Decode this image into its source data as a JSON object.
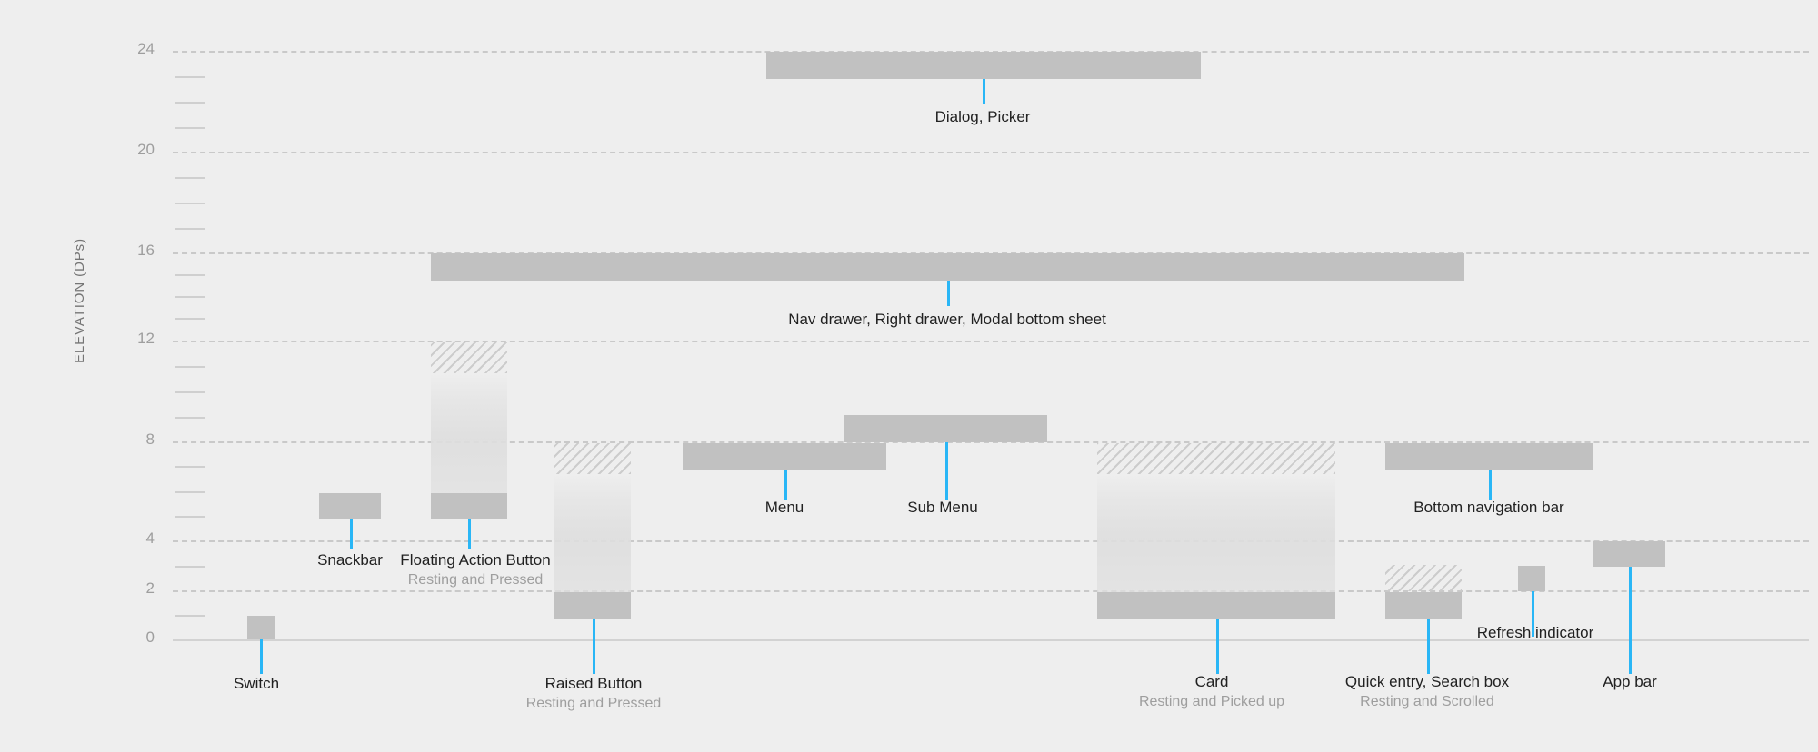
{
  "chart_data": {
    "type": "bar",
    "title": "",
    "xlabel": "",
    "ylabel": "ELEVATION (DPs)",
    "ylim": [
      0,
      25
    ],
    "grid": true,
    "legend": null,
    "major_ticks": [
      0,
      2,
      4,
      8,
      12,
      16,
      20,
      24
    ],
    "tick_labels": [
      "0",
      "2",
      "4",
      "8",
      "12",
      "16",
      "20",
      "24"
    ],
    "minor_ticks": [
      1,
      3,
      5,
      6,
      7,
      9,
      10,
      11,
      13,
      14,
      15,
      17,
      18,
      19,
      21,
      22,
      23
    ],
    "series": [
      {
        "name": "Dialog, Picker",
        "sublabel": "",
        "elevation_top": 24,
        "elevation_bottom": 23,
        "style": "solid"
      },
      {
        "name": "Nav drawer, Right drawer, Modal bottom sheet",
        "sublabel": "",
        "elevation_top": 16,
        "elevation_bottom": 14.6,
        "style": "solid"
      },
      {
        "name": "Floating Action Button",
        "sublabel": "Resting and Pressed",
        "elevation_top": 12,
        "elevation_bottom": 6,
        "style": "hatch-gradient-solid",
        "resting": 6,
        "pressed": 12
      },
      {
        "name": "Raised Button",
        "sublabel": "Resting and Pressed",
        "elevation_top": 8,
        "elevation_bottom": 2,
        "style": "hatch-gradient-solid",
        "resting": 2,
        "pressed": 8
      },
      {
        "name": "Menu",
        "sublabel": "",
        "elevation_top": 8,
        "elevation_bottom": 7,
        "style": "solid"
      },
      {
        "name": "Sub Menu",
        "sublabel": "",
        "elevation_top": 9,
        "elevation_bottom": 8,
        "style": "solid"
      },
      {
        "name": "Card",
        "sublabel": "Resting and Picked up",
        "elevation_top": 8,
        "elevation_bottom": 2,
        "style": "hatch-gradient-solid",
        "resting": 2,
        "pressed": 8
      },
      {
        "name": "Bottom navigation bar",
        "sublabel": "",
        "elevation_top": 8,
        "elevation_bottom": 7,
        "style": "solid"
      },
      {
        "name": "Quick entry, Search box",
        "sublabel": "Resting and Scrolled",
        "elevation_top": 3,
        "elevation_bottom": 2,
        "style": "hatch-solid",
        "resting": 2,
        "scrolled": 3
      },
      {
        "name": "Refresh indicator",
        "sublabel": "",
        "elevation_top": 3,
        "elevation_bottom": 2,
        "style": "solid"
      },
      {
        "name": "App bar",
        "sublabel": "",
        "elevation_top": 4,
        "elevation_bottom": 3,
        "style": "solid"
      },
      {
        "name": "Switch",
        "sublabel": "",
        "elevation_top": 1,
        "elevation_bottom": 0,
        "style": "solid"
      }
    ]
  },
  "axis": {
    "y_title": "ELEVATION (DPs)",
    "ticks": [
      {
        "label": "24"
      },
      {
        "label": "20"
      },
      {
        "label": "16"
      },
      {
        "label": "12"
      },
      {
        "label": "8"
      },
      {
        "label": "4"
      },
      {
        "label": "2"
      },
      {
        "label": "0"
      }
    ]
  },
  "callouts": [
    {
      "title": "Dialog, Picker",
      "sub": ""
    },
    {
      "title": "Nav drawer, Right drawer, Modal bottom sheet",
      "sub": ""
    },
    {
      "title": "Snackbar",
      "sub": ""
    },
    {
      "title": "Floating Action Button",
      "sub": "Resting and Pressed"
    },
    {
      "title": "Menu",
      "sub": ""
    },
    {
      "title": "Sub Menu",
      "sub": ""
    },
    {
      "title": "Bottom navigation bar",
      "sub": ""
    },
    {
      "title": "Switch",
      "sub": ""
    },
    {
      "title": "Raised Button",
      "sub": "Resting and Pressed"
    },
    {
      "title": "Card",
      "sub": "Resting and Picked up"
    },
    {
      "title": "Quick entry, Search box",
      "sub": "Resting and Scrolled"
    },
    {
      "title": "Refresh indicator",
      "sub": ""
    },
    {
      "title": "App bar",
      "sub": ""
    }
  ],
  "colors": {
    "background": "#eeeeee",
    "bar_solid": "#c1c1c1",
    "hatch": "#cccccc",
    "gridline": "#c9c9c9",
    "baseline": "#d2d2d2",
    "leader": "#29b6f6",
    "label": "#212121",
    "sublabel": "#9e9e9e",
    "tick": "#9e9e9e"
  }
}
